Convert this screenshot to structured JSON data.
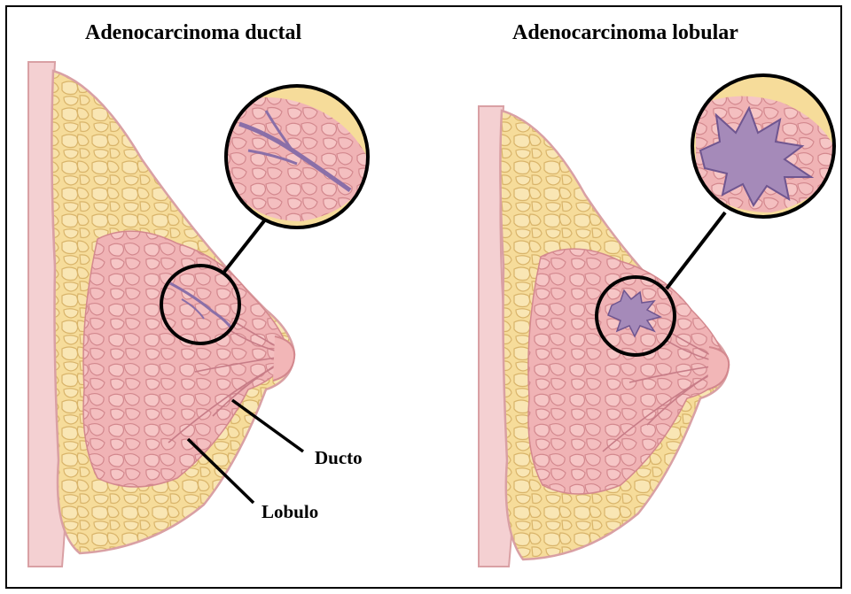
{
  "panels": [
    {
      "title": "Adenocarcinoma ductal",
      "tumor": "ductal"
    },
    {
      "title": "Adenocarcinoma lobular",
      "tumor": "lobular"
    }
  ],
  "labels": {
    "duct": "Ducto",
    "lobule": "Lobulo"
  },
  "colors": {
    "skin": "#f3c6c2",
    "skin_edge": "#d98f8e",
    "fat": "#f6dc9a",
    "fat_edge": "#d9b46a",
    "lobule": "#f2b6b7",
    "lobule_edge": "#d3888e",
    "tumor": "#a58ab9",
    "tumor_edge": "#6f5690",
    "chest": "#f4d0d2"
  }
}
